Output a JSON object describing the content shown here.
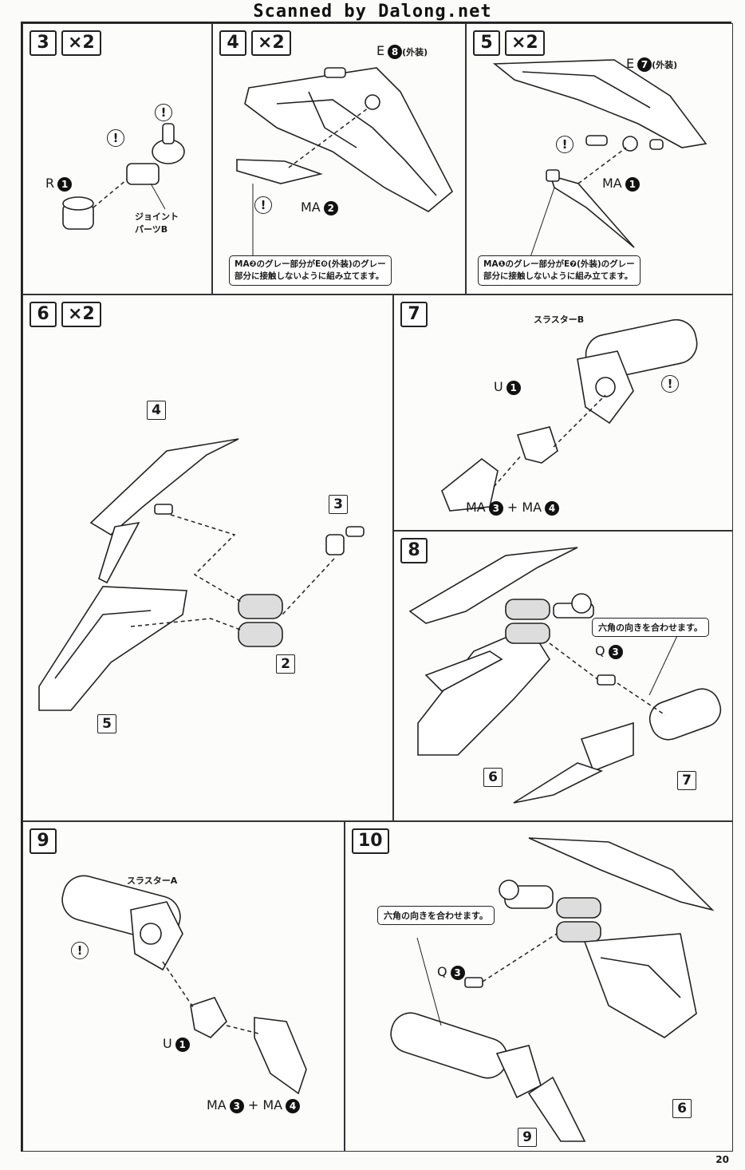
{
  "watermark": "Scanned by Dalong.net",
  "page_number": "20",
  "steps": {
    "s3": {
      "num": "3",
      "mult": "×2",
      "label_r": "R",
      "dot_r": "1",
      "joint_l1": "ジョイント",
      "joint_l2": "パーツB",
      "warn": "!"
    },
    "s4": {
      "num": "4",
      "mult": "×2",
      "label_e": "E",
      "dot_e": "8",
      "paren_e": "(外装)",
      "label_ma": "MA",
      "dot_ma": "2",
      "note_l1": "MA❷のグレー部分がE❽(外装)のグレー",
      "note_l2": "部分に接触しないように組み立てます。",
      "warn": "!"
    },
    "s5": {
      "num": "5",
      "mult": "×2",
      "label_e": "E",
      "dot_e": "7",
      "paren_e": "(外装)",
      "label_ma": "MA",
      "dot_ma": "1",
      "note_l1": "MA❶のグレー部分がE❼(外装)のグレー",
      "note_l2": "部分に接触しないように組み立てます。",
      "warn": "!"
    },
    "s6": {
      "num": "6",
      "mult": "×2",
      "ref4": "4",
      "ref3": "3",
      "ref2": "2",
      "ref5": "5"
    },
    "s7": {
      "num": "7",
      "thruster": "スラスターB",
      "label_u": "U",
      "dot_u": "1",
      "ma_a": "MA",
      "dot_a": "3",
      "plus": "+",
      "ma_b": "MA",
      "dot_b": "4",
      "warn": "!"
    },
    "s8": {
      "num": "8",
      "bubble": "六角の向きを合わせます。",
      "label_q": "Q",
      "dot_q": "3",
      "ref6": "6",
      "ref7": "7"
    },
    "s9": {
      "num": "9",
      "thruster": "スラスターA",
      "label_u": "U",
      "dot_u": "1",
      "ma_a": "MA",
      "dot_a": "3",
      "plus": "+",
      "ma_b": "MA",
      "dot_b": "4",
      "warn": "!"
    },
    "s10": {
      "num": "10",
      "bubble": "六角の向きを合わせます。",
      "label_q": "Q",
      "dot_q": "3",
      "ref6": "6",
      "ref9": "9"
    }
  }
}
